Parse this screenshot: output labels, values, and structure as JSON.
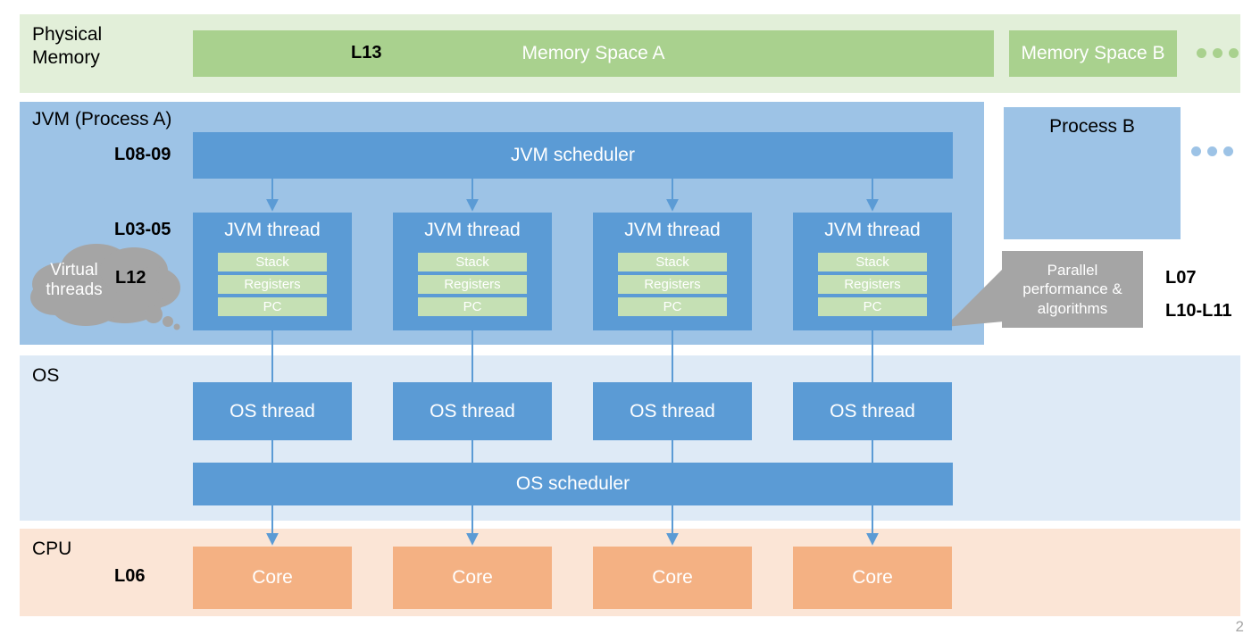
{
  "slide": {
    "page_number": "2"
  },
  "bands": {
    "physical_memory": {
      "label": "Physical\nMemory",
      "bg": "#e2efd9"
    },
    "jvm": {
      "label": "JVM (Process A)",
      "bg": "#9dc3e6"
    },
    "os": {
      "label": "OS",
      "bg": "#deeaf6"
    },
    "cpu": {
      "label": "CPU",
      "bg": "#fbe5d6"
    }
  },
  "lecture_tags": {
    "memory": "L13",
    "scheduler": "L08-09",
    "threads": "L03-05",
    "virtual": "L12",
    "core": "L06",
    "parallel_1": "L07",
    "parallel_2": "L10-L11"
  },
  "memory": {
    "space_a": "Memory Space A",
    "space_b": "Memory Space B",
    "more_indicator": "•••",
    "box_color": "#a9d18e"
  },
  "jvm": {
    "scheduler_label": "JVM scheduler",
    "threads": [
      {
        "title": "JVM thread",
        "slots": [
          "Stack",
          "Registers",
          "PC"
        ]
      },
      {
        "title": "JVM thread",
        "slots": [
          "Stack",
          "Registers",
          "PC"
        ]
      },
      {
        "title": "JVM thread",
        "slots": [
          "Stack",
          "Registers",
          "PC"
        ]
      },
      {
        "title": "JVM thread",
        "slots": [
          "Stack",
          "Registers",
          "PC"
        ]
      }
    ],
    "process_b": "Process B",
    "more_indicator": "•••",
    "box_color": "#5b9bd5",
    "slot_color": "#c5e0b4"
  },
  "os": {
    "scheduler_label": "OS scheduler",
    "threads": [
      "OS thread",
      "OS thread",
      "OS thread",
      "OS thread"
    ]
  },
  "cpu": {
    "cores": [
      "Core",
      "Core",
      "Core",
      "Core"
    ],
    "core_color": "#f4b183"
  },
  "cloud": {
    "text": "Virtual\nthreads",
    "color": "#a5a5a5"
  },
  "callout": {
    "text": "Parallel performance & algorithms",
    "color": "#a5a5a5"
  },
  "accent": {
    "arrow": "#5b9bd5"
  }
}
